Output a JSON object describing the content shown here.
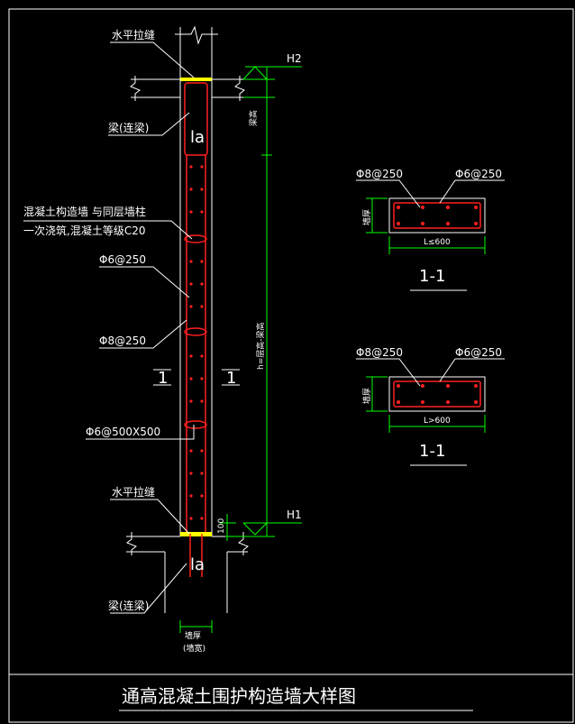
{
  "colors": {
    "background": "#000000",
    "line": "#ffffff",
    "rebar": "#ff2020",
    "dimension": "#00ff00",
    "hatch": "#ffff00"
  },
  "elevation": {
    "top_level": "H2",
    "bottom_level": "H1",
    "label_horizontal_tie_top": "水平拉缝",
    "label_horizontal_tie_bottom": "水平拉缝",
    "label_beam_top": "梁(连梁)",
    "label_beam_bottom": "梁(连梁)",
    "label_la_top": "la",
    "label_la_bottom": "la",
    "label_note_line1": "混凝土构造墙 与同层墙柱",
    "label_note_line2": "一次浇筑,混凝土等级C20",
    "label_stirrup": "Φ6@250",
    "label_longitudinal": "Φ8@250",
    "label_tie": "Φ6@500X500",
    "label_section_left": "1",
    "label_section_right": "1",
    "label_dim_100": "100",
    "label_dim_height": "h=层高-梁高",
    "label_dim_beam": "梁高",
    "label_wall_thickness": "墙厚",
    "label_wall_thickness_sub": "(墙宽)"
  },
  "sections": [
    {
      "label_left_bar": "Φ8@250",
      "label_right_bar": "Φ6@250",
      "label_width": "L≤600",
      "label_side": "墙厚",
      "title": "1-1"
    },
    {
      "label_left_bar": "Φ8@250",
      "label_right_bar": "Φ6@250",
      "label_width": "L>600",
      "label_side": "墙厚",
      "title": "1-1"
    }
  ],
  "drawing_title": "通高混凝土围护构造墙大样图"
}
